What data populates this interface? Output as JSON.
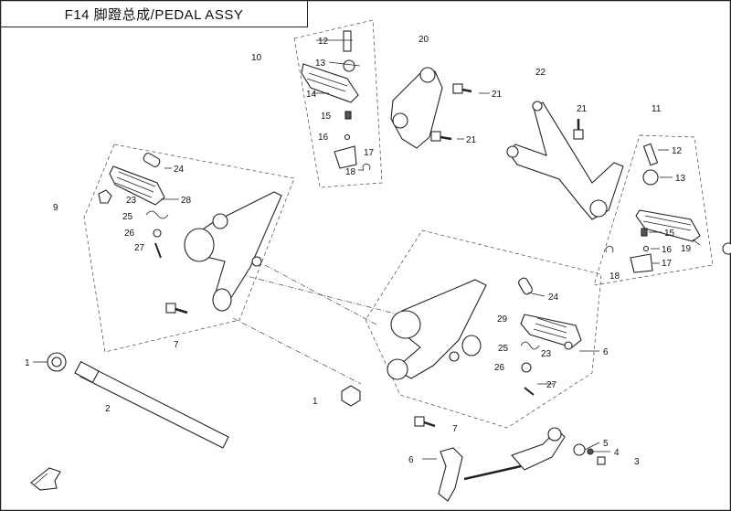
{
  "title": "F14 脚蹬总成/PEDAL  ASSY",
  "callouts": [
    {
      "id": "c1a",
      "label": "1"
    },
    {
      "id": "c2",
      "label": "2"
    },
    {
      "id": "c1b",
      "label": "1"
    },
    {
      "id": "c3",
      "label": "3"
    },
    {
      "id": "c4",
      "label": "4"
    },
    {
      "id": "c5",
      "label": "5"
    },
    {
      "id": "c6a",
      "label": "6"
    },
    {
      "id": "c6b",
      "label": "6"
    },
    {
      "id": "c7a",
      "label": "7"
    },
    {
      "id": "c7b",
      "label": "7"
    },
    {
      "id": "c9",
      "label": "9"
    },
    {
      "id": "c10",
      "label": "10"
    },
    {
      "id": "c11",
      "label": "11"
    },
    {
      "id": "c12a",
      "label": "12"
    },
    {
      "id": "c12b",
      "label": "12"
    },
    {
      "id": "c13a",
      "label": "13"
    },
    {
      "id": "c13b",
      "label": "13"
    },
    {
      "id": "c14",
      "label": "14"
    },
    {
      "id": "c15a",
      "label": "15"
    },
    {
      "id": "c15b",
      "label": "15"
    },
    {
      "id": "c16a",
      "label": "16"
    },
    {
      "id": "c16b",
      "label": "16"
    },
    {
      "id": "c17a",
      "label": "17"
    },
    {
      "id": "c17b",
      "label": "17"
    },
    {
      "id": "c18a",
      "label": "18"
    },
    {
      "id": "c18b",
      "label": "18"
    },
    {
      "id": "c19",
      "label": "19"
    },
    {
      "id": "c20",
      "label": "20"
    },
    {
      "id": "c21a",
      "label": "21"
    },
    {
      "id": "c21b",
      "label": "21"
    },
    {
      "id": "c21c",
      "label": "21"
    },
    {
      "id": "c22",
      "label": "22"
    },
    {
      "id": "c23a",
      "label": "23"
    },
    {
      "id": "c23b",
      "label": "23"
    },
    {
      "id": "c24a",
      "label": "24"
    },
    {
      "id": "c24b",
      "label": "24"
    },
    {
      "id": "c25a",
      "label": "25"
    },
    {
      "id": "c25b",
      "label": "25"
    },
    {
      "id": "c26a",
      "label": "26"
    },
    {
      "id": "c26b",
      "label": "26"
    },
    {
      "id": "c27a",
      "label": "27"
    },
    {
      "id": "c27b",
      "label": "27"
    },
    {
      "id": "c28",
      "label": "28"
    },
    {
      "id": "c29",
      "label": "29"
    }
  ],
  "icons": {
    "front_arrow": "front-direction-arrow-icon"
  }
}
